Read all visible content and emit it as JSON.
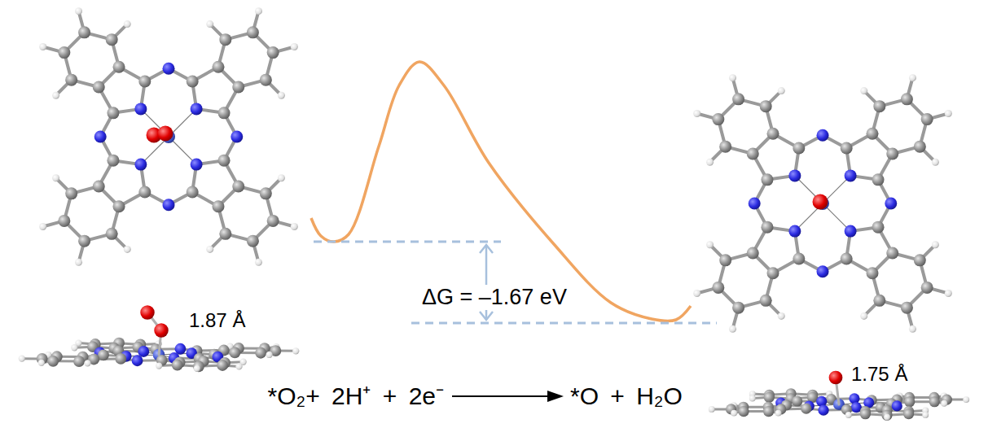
{
  "diagram": {
    "labels": [
      "1.87 Å",
      "ΔG = –1.67 eV",
      "1.75 Å",
      "*O₂+ 2H⁺ + 2e⁻",
      "*O + H₂O"
    ]
  }
}
